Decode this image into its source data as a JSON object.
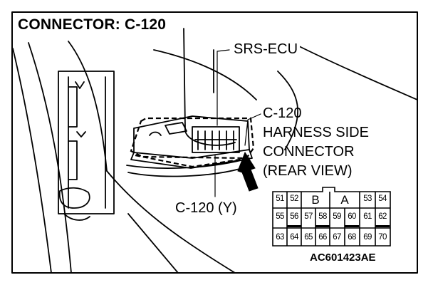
{
  "title": "CONNECTOR: C-120",
  "labels": {
    "srs_ecu": "SRS-ECU",
    "harness_line1": "C-120",
    "harness_line2": "HARNESS SIDE",
    "harness_line3": "CONNECTOR",
    "harness_line4": "(REAR VIEW)",
    "connector_color": "C-120 (Y)",
    "figure_code": "AC601423AE"
  },
  "connector": {
    "row1_left": [
      "51",
      "52"
    ],
    "section_b": "B",
    "section_a": "A",
    "row1_right": [
      "53",
      "54"
    ],
    "row2": [
      "55",
      "56",
      "57",
      "58",
      "59",
      "60",
      "61",
      "62"
    ],
    "row3": [
      "63",
      "64",
      "65",
      "66",
      "67",
      "68",
      "69",
      "70"
    ]
  }
}
